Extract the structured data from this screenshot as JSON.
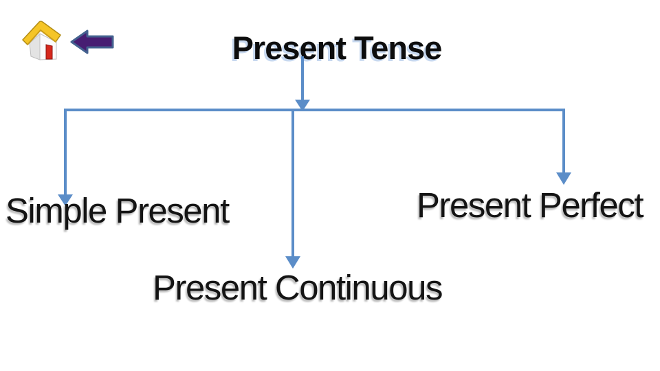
{
  "slide": {
    "title": "Present Tense"
  },
  "diagram": {
    "type": "tree",
    "root": "Present Tense",
    "children": [
      "Simple Present",
      "Present Continuous",
      "Present Perfect"
    ],
    "labels": {
      "simple_present": "Simple Present",
      "present_continuous": "Present Continuous",
      "present_perfect": "Present Perfect"
    }
  },
  "nav": {
    "icons": [
      "home-icon",
      "back-arrow-icon"
    ]
  },
  "colors": {
    "connector": "#5b8dc8",
    "title_text": "#0d0d0d",
    "title_shadow": "#c7d8ef",
    "label_text": "#141414",
    "label_shadow": "#bdbdbd",
    "back_arrow_fill": "#471d72",
    "back_arrow_border": "#44618f",
    "house_roof": "#f5c527",
    "house_roof_edge": "#c99c1b",
    "house_wall_front": "#fbfbfb",
    "house_wall_side": "#e3e3e3",
    "house_door": "#d6281c"
  }
}
